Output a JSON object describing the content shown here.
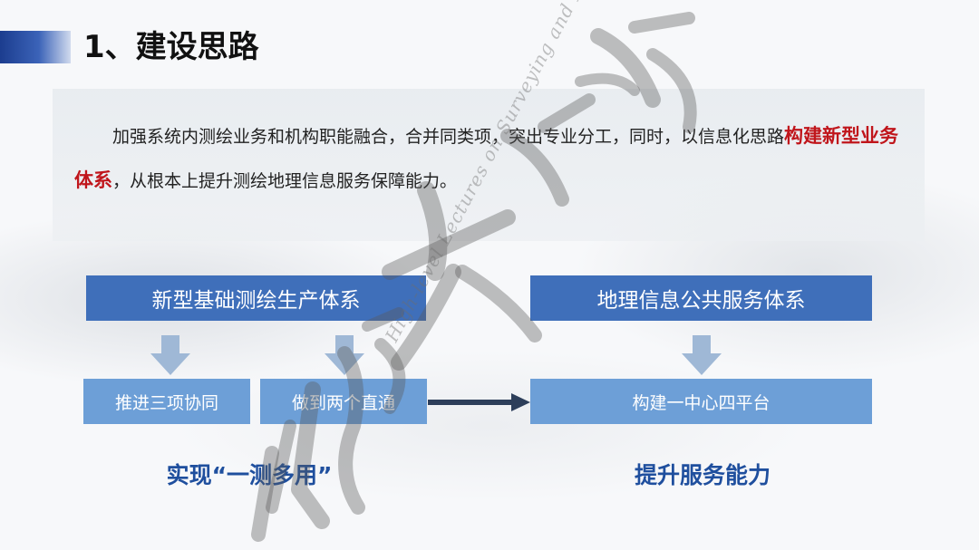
{
  "slide": {
    "title": "1、建设思路",
    "paragraph": {
      "part1": "加强系统内测绘业务和机构职能融合，合并同类项，突出专业分工，同时，以信息化思路",
      "highlight": "构建新型业务体系",
      "part2": "，从根本上提升测绘地理信息服务保障能力。"
    }
  },
  "diagram": {
    "left_system": "新型基础测绘生产体系",
    "right_system": "地理信息公共服务体系",
    "left_sub1": "推进三项协同",
    "left_sub2": "做到两个直通",
    "right_sub": "构建一中心四平台",
    "left_result": "实现“一测多用”",
    "right_result": "提升服务能力"
  },
  "watermark": {
    "text": "High-level Lectures on Surveying and Mapping"
  },
  "colors": {
    "title_accent": "#1c3d8f",
    "dark_box": "#3f6fba",
    "light_box": "#6d9fd7",
    "arrow": "#9fb8d6",
    "connector": "#2d3e5a",
    "highlight": "#c0151b",
    "result_text": "#1f4f9e"
  }
}
